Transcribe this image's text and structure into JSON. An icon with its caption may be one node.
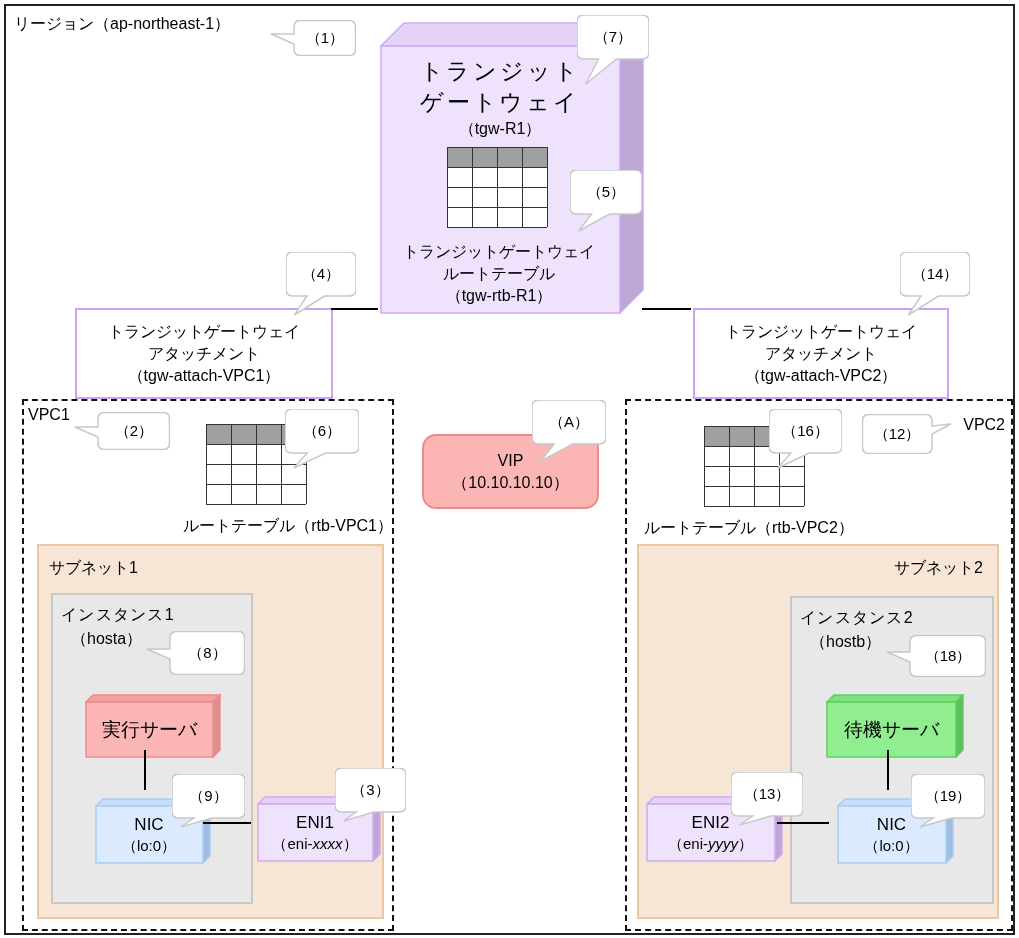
{
  "diagram": {
    "nodes": [
      {
        "text": [
          "リージョン（ap-northeast-1）"
        ]
      },
      {
        "text": [
          "（1）"
        ],
        "in": 0
      },
      {
        "text": [
          "トランジットゲートウェイ",
          "（tgw-R1）"
        ],
        "in": 0
      },
      {
        "text": [
          "トランジットゲートウェイルートテーブル",
          "（tgw-rtb-R1）"
        ],
        "in": 2
      },
      {
        "text": [
          "（7）"
        ],
        "in": 0
      },
      {
        "text": [
          "（5）"
        ],
        "in": 0
      },
      {
        "text": [
          "トランジットゲートウェイアタッチメント",
          "（tgw-attach-VPC1）"
        ],
        "in": 0
      },
      {
        "text": [
          "（4）"
        ],
        "in": 0
      },
      {
        "text": [
          "VPC1"
        ],
        "in": 0
      },
      {
        "text": [
          "（2）"
        ],
        "in": 8
      },
      {
        "text": [
          "ルートテーブル（rtb-VPC1）"
        ],
        "in": 8
      },
      {
        "text": [
          "（6）"
        ],
        "in": 8
      },
      {
        "text": [
          "サブネット1"
        ],
        "in": 8
      },
      {
        "text": [
          "インスタンス1",
          "（hosta）"
        ],
        "in": 12
      },
      {
        "text": [
          "（8）"
        ],
        "in": 13
      },
      {
        "text": [
          "実行サーバ"
        ],
        "in": 13
      },
      {
        "text": [
          "NIC",
          "（lo:0）"
        ],
        "in": 13
      },
      {
        "text": [
          "（9）"
        ],
        "in": 13
      },
      {
        "text": [
          "ENI1",
          "（eni-*xxxx*）"
        ],
        "in": 12
      },
      {
        "text": [
          "（3）"
        ],
        "in": 0
      },
      {
        "text": [
          "VIP",
          "（10.10.10.10）"
        ],
        "in": 0
      },
      {
        "text": [
          "（A）"
        ],
        "in": 0
      },
      {
        "text": [
          "トランジットゲートウェイアタッチメント",
          "（tgw-attach-VPC2）"
        ],
        "in": 0
      },
      {
        "text": [
          "（14）"
        ],
        "in": 0
      },
      {
        "text": [
          "VPC2"
        ],
        "in": 0
      },
      {
        "text": [
          "ルートテーブル（rtb-VPC2）"
        ],
        "in": 24
      },
      {
        "text": [
          "（16）"
        ],
        "in": 24
      },
      {
        "text": [
          "（12）"
        ],
        "in": 24
      },
      {
        "text": [
          "サブネット2"
        ],
        "in": 24
      },
      {
        "text": [
          "インスタンス2",
          "（hostb）"
        ],
        "in": 28
      },
      {
        "text": [
          "（18）"
        ],
        "in": 29
      },
      {
        "text": [
          "待機サーバ"
        ],
        "in": 29
      },
      {
        "text": [
          "NIC",
          "（lo:0）"
        ],
        "in": 29
      },
      {
        "text": [
          "（19）"
        ],
        "in": 29
      },
      {
        "text": [
          "ENI2",
          "（eni-*yyyy*）"
        ],
        "in": 28
      },
      {
        "text": [
          "（13）"
        ],
        "in": 28
      }
    ],
    "edges": [
      {
        "from": 2,
        "to": 6,
        "arrow": "none"
      },
      {
        "from": 2,
        "to": 22,
        "arrow": "none"
      },
      {
        "from": 15,
        "to": 16,
        "arrow": "none"
      },
      {
        "from": 16,
        "to": 18,
        "arrow": "none"
      },
      {
        "from": 31,
        "to": 32,
        "arrow": "none"
      },
      {
        "from": 34,
        "to": 32,
        "arrow": "none"
      }
    ]
  }
}
